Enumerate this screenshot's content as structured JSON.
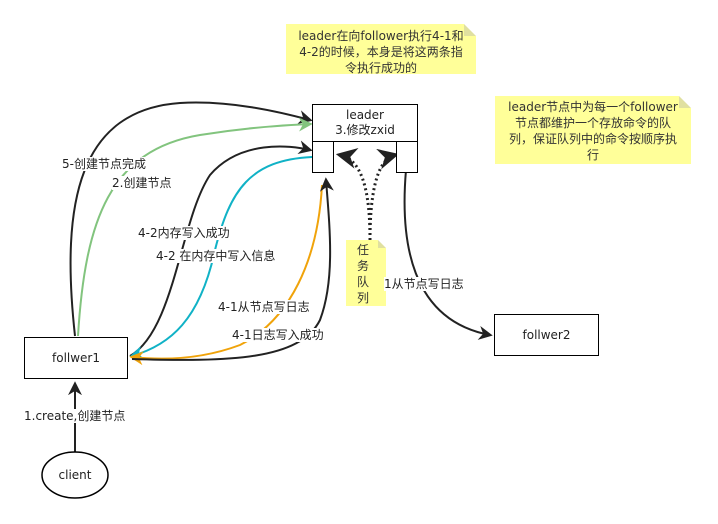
{
  "notes": {
    "top": "leader在向follower执行4-1和4-2的时候，本身是将这两条指令执行成功的",
    "right": "leader节点中为每一个follower节点都维护一个存放命令的队列，保证队列中的命令按顺序执行",
    "queue": "任务队列"
  },
  "nodes": {
    "leader_title": "leader",
    "leader_step": "3.修改zxid",
    "follower1": "follwer1",
    "follower2": "follwer2",
    "client": "client"
  },
  "edges": {
    "e5": "5-创建节点完成",
    "e2": "2.创建节点",
    "e42a": "4-2内存写入成功",
    "e42b": "4-2 在内存中写入信息",
    "e41a": "4-1从节点写日志",
    "e41b": "4-1日志写入成功",
    "e1_follow": "1从节点写日志",
    "e1_client": "1.create,创建节点"
  },
  "colors": {
    "black_edge": "#222222",
    "green_edge": "#82c47e",
    "cyan_edge": "#10b2c6",
    "orange_edge": "#f0a30a",
    "note_fill": "#ffff99"
  }
}
